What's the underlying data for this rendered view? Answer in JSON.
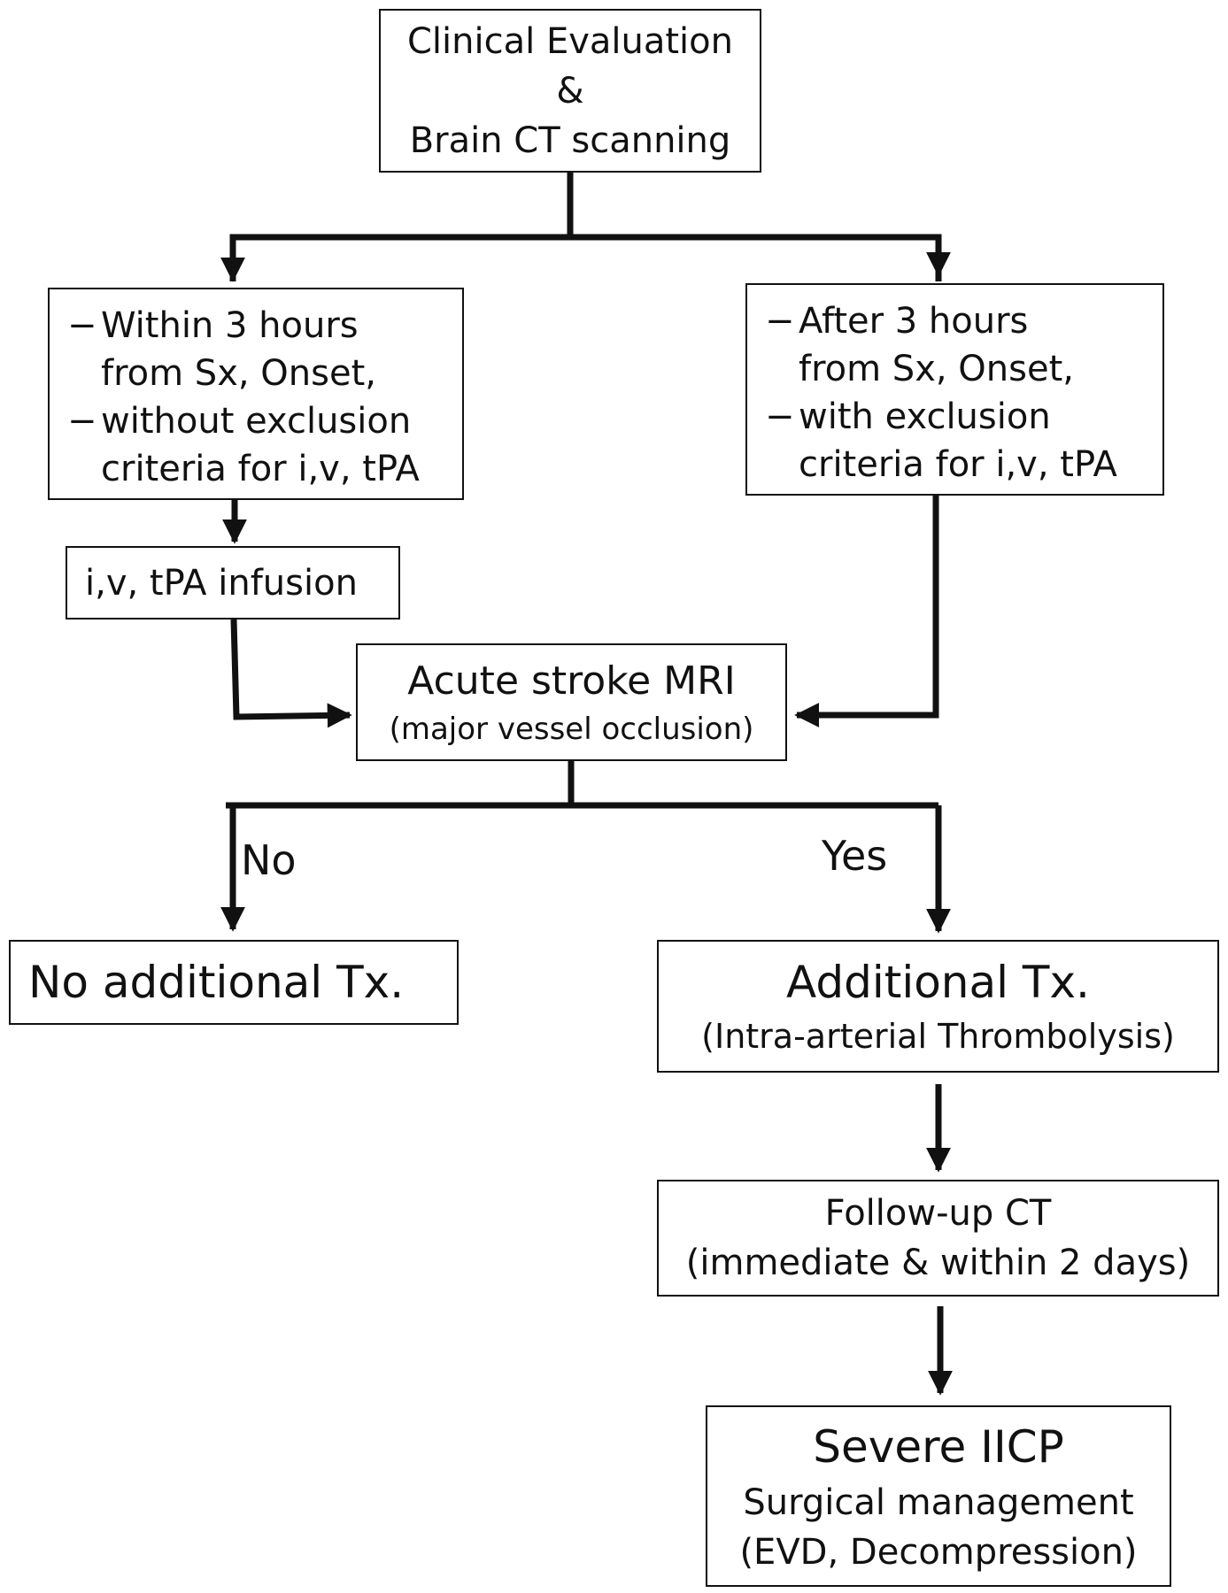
{
  "nodes": {
    "clinical": {
      "lines": [
        "Clinical Evaluation",
        "&",
        "Brain CT scanning"
      ]
    },
    "within": {
      "bullets": [
        {
          "first": "Within 3 hours",
          "rest": "from Sx, Onset,"
        },
        {
          "first": "without exclusion",
          "rest": "criteria for i,v, tPA"
        }
      ]
    },
    "after": {
      "bullets": [
        {
          "first": "After 3 hours",
          "rest": "from Sx, Onset,"
        },
        {
          "first": "with exclusion",
          "rest": "criteria for i,v, tPA"
        }
      ]
    },
    "infusion": {
      "text": "i,v, tPA infusion"
    },
    "mri": {
      "title": "Acute stroke MRI",
      "subtitle": "(major vessel occlusion)"
    },
    "no_tx": {
      "text": "No additional Tx."
    },
    "additional": {
      "title": "Additional Tx.",
      "subtitle": "(Intra-arterial Thrombolysis)"
    },
    "followup": {
      "title": "Follow-up CT",
      "subtitle": "(immediate & within 2 days)"
    },
    "severe": {
      "title": "Severe IICP",
      "line2": "Surgical management",
      "line3": "(EVD, Decompression)"
    }
  },
  "labels": {
    "no": "No",
    "yes": "Yes"
  },
  "bullet_symbol": "−",
  "colors": {
    "stroke": "#111111",
    "background": "#ffffff"
  }
}
